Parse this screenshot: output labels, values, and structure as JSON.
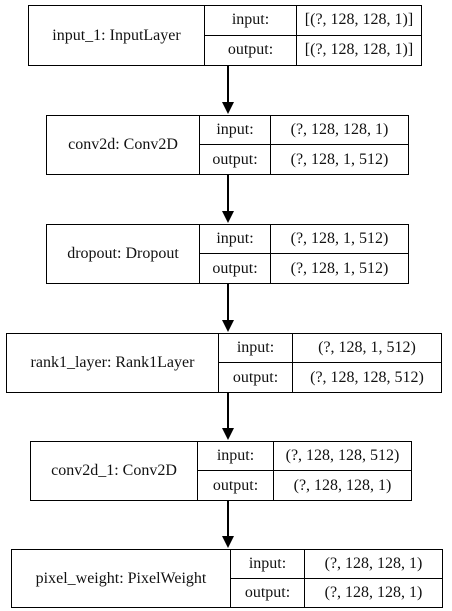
{
  "layers": [
    {
      "name": "input_1: InputLayer",
      "input_label": "input:",
      "input_shape": "[(?, 128, 128, 1)]",
      "output_label": "output:",
      "output_shape": "[(?, 128, 128, 1)]"
    },
    {
      "name": "conv2d: Conv2D",
      "input_label": "input:",
      "input_shape": "(?, 128, 128, 1)",
      "output_label": "output:",
      "output_shape": "(?, 128, 1, 512)"
    },
    {
      "name": "dropout: Dropout",
      "input_label": "input:",
      "input_shape": "(?, 128, 1, 512)",
      "output_label": "output:",
      "output_shape": "(?, 128, 1, 512)"
    },
    {
      "name": "rank1_layer: Rank1Layer",
      "input_label": "input:",
      "input_shape": "(?, 128, 1, 512)",
      "output_label": "output:",
      "output_shape": "(?, 128, 128, 512)"
    },
    {
      "name": "conv2d_1: Conv2D",
      "input_label": "input:",
      "input_shape": "(?, 128, 128, 512)",
      "output_label": "output:",
      "output_shape": "(?, 128, 128, 1)"
    },
    {
      "name": "pixel_weight: PixelWeight",
      "input_label": "input:",
      "input_shape": "(?, 128, 128, 1)",
      "output_label": "output:",
      "output_shape": "(?, 128, 128, 1)"
    }
  ],
  "edges": [
    {
      "from": 0,
      "to": 1
    },
    {
      "from": 1,
      "to": 2
    },
    {
      "from": 2,
      "to": 3
    },
    {
      "from": 3,
      "to": 4
    },
    {
      "from": 4,
      "to": 5
    }
  ]
}
